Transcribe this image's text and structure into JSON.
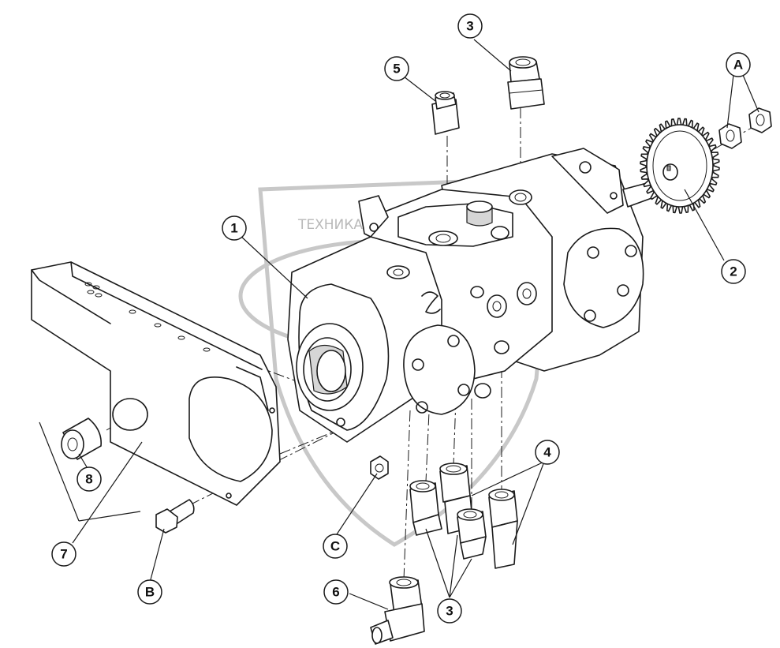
{
  "watermark": {
    "text": "ТЕХНИКА И ЗАПЧАСТИ"
  },
  "callouts": [
    {
      "id": "c1",
      "label": "1"
    },
    {
      "id": "c2",
      "label": "2"
    },
    {
      "id": "c3-top",
      "label": "3"
    },
    {
      "id": "c3-bottom",
      "label": "3"
    },
    {
      "id": "c4",
      "label": "4"
    },
    {
      "id": "c5",
      "label": "5"
    },
    {
      "id": "c6",
      "label": "6"
    },
    {
      "id": "c7",
      "label": "7"
    },
    {
      "id": "c8",
      "label": "8"
    },
    {
      "id": "cA",
      "label": "A"
    },
    {
      "id": "cB",
      "label": "B"
    },
    {
      "id": "cC",
      "label": "C"
    }
  ]
}
